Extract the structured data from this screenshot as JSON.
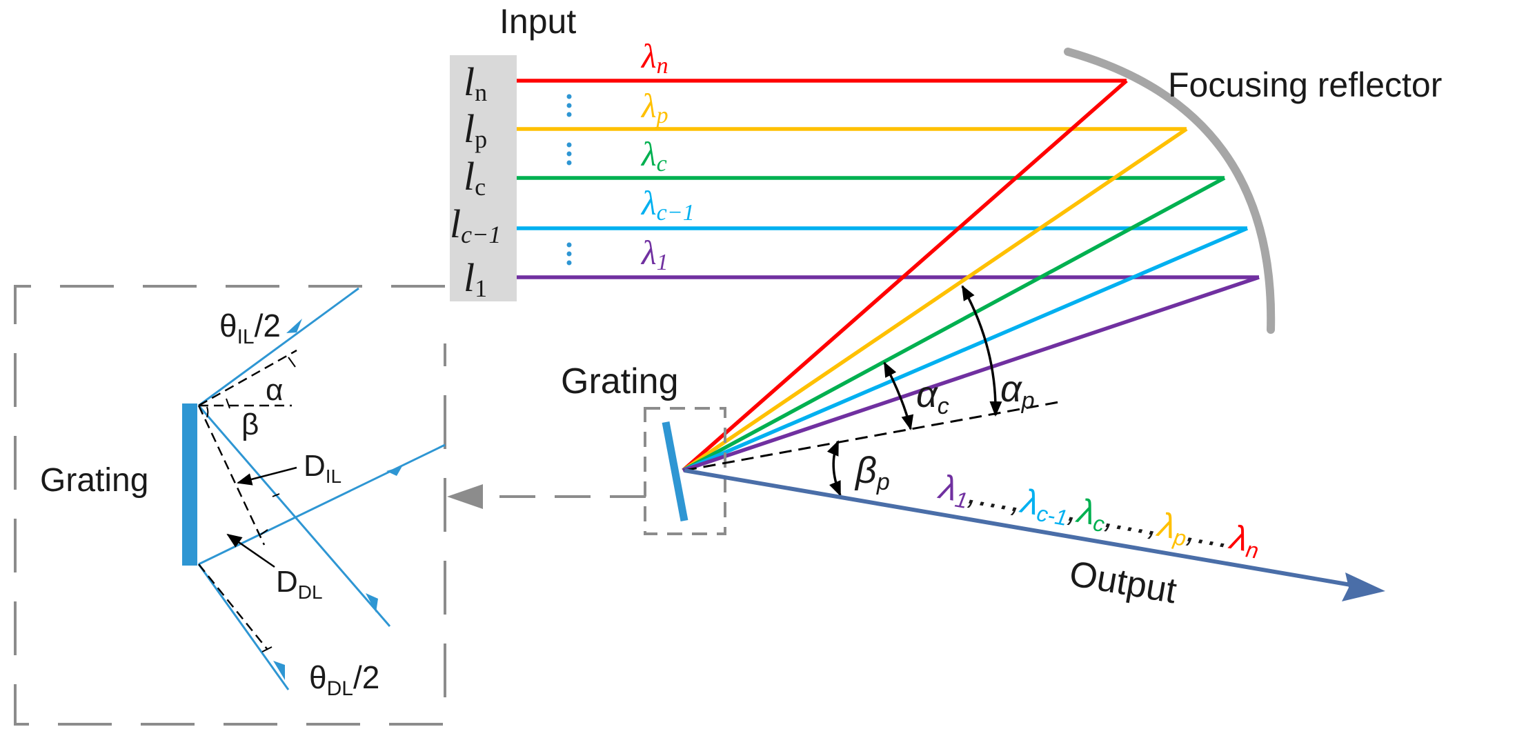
{
  "labels": {
    "input": "Input",
    "focusing_reflector": "Focusing reflector",
    "grating_main": "Grating",
    "grating_inset": "Grating",
    "output": "Output",
    "alpha_c": "α",
    "alpha_c_sub": "c",
    "alpha_p": "α",
    "alpha_p_sub": "p",
    "beta_p": "β",
    "beta_p_sub": "p",
    "comma": ",",
    "dots": "…",
    "theta_il": "θ",
    "theta_il_sub": "IL",
    "theta_il_tail": "/2",
    "theta_dl": "θ",
    "theta_dl_sub": "DL",
    "theta_dl_tail": "/2",
    "inset_alpha": "α",
    "inset_beta": "β",
    "d_il": "D",
    "d_il_sub": "IL",
    "d_dl": "D",
    "d_dl_sub": "DL"
  },
  "input_ports": [
    {
      "l": "l",
      "sub": "n"
    },
    {
      "l": "l",
      "sub": "p"
    },
    {
      "l": "l",
      "sub": "c"
    },
    {
      "l": "l",
      "sub": "c−1"
    },
    {
      "l": "l",
      "sub": "1"
    }
  ],
  "beams": [
    {
      "name": "lambda-n",
      "sym": "λ",
      "sub": "n",
      "color": "#ff0000"
    },
    {
      "name": "lambda-p",
      "sym": "λ",
      "sub": "p",
      "color": "#ffc000"
    },
    {
      "name": "lambda-c",
      "sym": "λ",
      "sub": "c",
      "color": "#00b050"
    },
    {
      "name": "lambda-c-1",
      "sym": "λ",
      "sub": "c−1",
      "color": "#00b0f0"
    },
    {
      "name": "lambda-1",
      "sym": "λ",
      "sub": "1",
      "color": "#7030a0"
    }
  ],
  "output_sequence": [
    {
      "sym": "λ",
      "sub": "1",
      "color": "#7030a0"
    },
    {
      "sym": "λ",
      "sub": "c-1",
      "color": "#00b0f0"
    },
    {
      "sym": "λ",
      "sub": "c",
      "color": "#00b050"
    },
    {
      "sym": "λ",
      "sub": "p",
      "color": "#ffc000"
    },
    {
      "sym": "λ",
      "sub": "n",
      "color": "#ff0000"
    }
  ],
  "colors": {
    "output_arrow": "#4a6ea8",
    "grating": "#2e96d3",
    "inset_rays": "#2e96d3",
    "reflector": "#a6a6a6",
    "frame": "#8c8c8c",
    "input_box": "#d9d9d9",
    "ellipsis_dots": "#2e96d3"
  }
}
